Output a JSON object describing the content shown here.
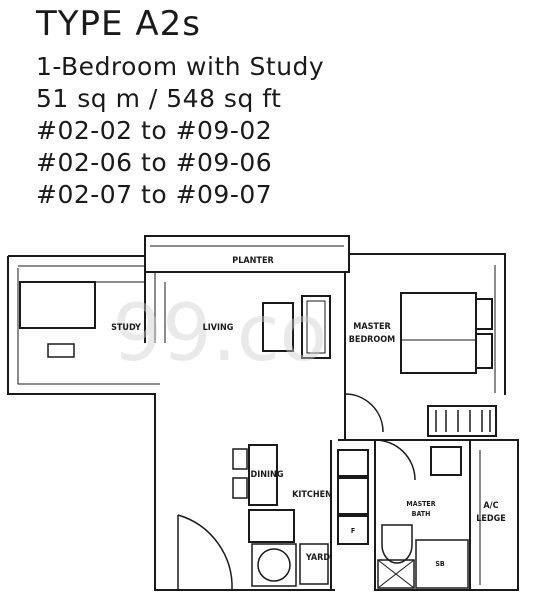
{
  "header": {
    "type": "TYPE A2s",
    "description": "1-Bedroom with Study",
    "area": "51 sq m / 548 sq ft",
    "units": [
      "#02-02 to #09-02",
      "#02-06 to #09-06",
      "#02-07 to #09-07"
    ]
  },
  "rooms": {
    "planter": "PLANTER",
    "study": "STUDY",
    "living": "LIVING",
    "master_bedroom_1": "MASTER",
    "master_bedroom_2": "BEDROOM",
    "dining": "DINING",
    "kitchen": "KITCHEN",
    "master_bath_1": "MASTER",
    "master_bath_2": "BATH",
    "ac_ledge_1": "A/C",
    "ac_ledge_2": "LEDGE",
    "yard": "YARD",
    "fridge": "F",
    "shower": "SB"
  },
  "watermark": {
    "logo": "99.co"
  },
  "colors": {
    "ink": "#1a1a1a",
    "background": "#ffffff",
    "watermark": "#cfcfcf"
  }
}
